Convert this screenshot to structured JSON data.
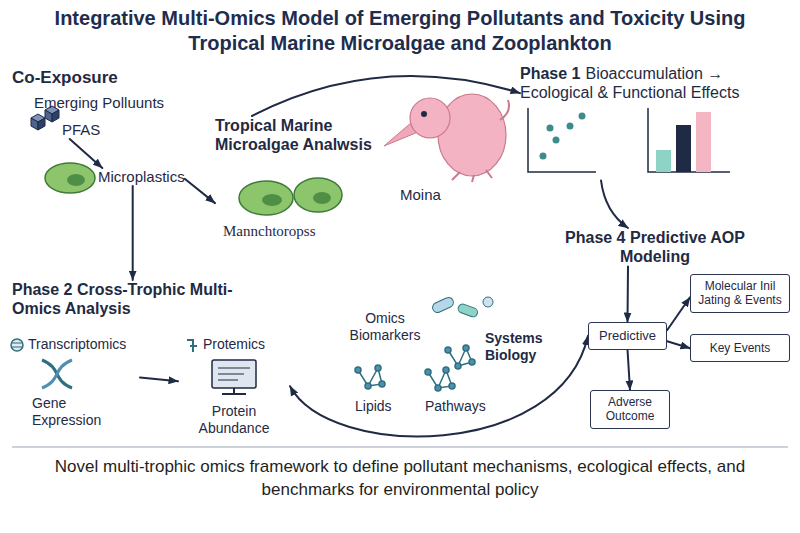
{
  "diagram": {
    "title": "Integrative Multi-Omics Model of Emerging Pollutants and Toxicity Using Tropical Marine Microalgae and Zooplankton",
    "caption": "Novel multi-trophic omics framework to define pollutant mechanisms, ecological effects, and benchmarks for environmental policy",
    "nodes": [
      {
        "text": [
          "PFAS"
        ]
      },
      {
        "text": [
          "Microplastics"
        ]
      },
      {
        "text": [
          "Tropical Marine Microalgae Analwsis",
          "Mannchtoropss"
        ]
      },
      {
        "text": [
          "Moina"
        ]
      },
      {
        "text": [
          "Phase 1",
          "Bioaccumulation → Ecological & Functional Effects"
        ]
      },
      {
        "text": [
          "Phase 4 Predictive AOP Modeling"
        ]
      },
      {
        "text": [
          "Phase 2 Cross-Trophic Multi-Omics Analysis"
        ]
      },
      {
        "text": [
          "Transcriptomics",
          "Gene Expression"
        ]
      },
      {
        "text": [
          "Protemics",
          "Protein Abundance"
        ]
      },
      {
        "text": [
          "Omics Biomarkers",
          "Systems Biology",
          "Lipids",
          "Pathways"
        ]
      },
      {
        "text": [
          "Predictive"
        ]
      },
      {
        "text": [
          "Molecular Inil Jating & Events"
        ]
      },
      {
        "text": [
          "Key Events"
        ]
      },
      {
        "text": [
          "Adverse Outcome"
        ]
      }
    ],
    "edges": [
      {
        "from": 0,
        "to": 1,
        "arrow": "to"
      },
      {
        "from": 1,
        "to": 2,
        "arrow": "to"
      },
      {
        "from": 1,
        "to": 6,
        "arrow": "to"
      },
      {
        "from": 2,
        "to": 4,
        "arrow": "to"
      },
      {
        "from": 4,
        "to": 5,
        "arrow": "to"
      },
      {
        "from": 5,
        "to": 10,
        "arrow": "to"
      },
      {
        "from": 10,
        "to": 11,
        "arrow": "to"
      },
      {
        "from": 10,
        "to": 12,
        "arrow": "to"
      },
      {
        "from": 10,
        "to": 13,
        "arrow": "to"
      },
      {
        "from": 7,
        "to": 8,
        "arrow": "to"
      },
      {
        "from": 10,
        "to": 8,
        "arrow": "both"
      }
    ],
    "labels": [
      "Co-Exposure",
      "Emerging Polluunts"
    ]
  }
}
